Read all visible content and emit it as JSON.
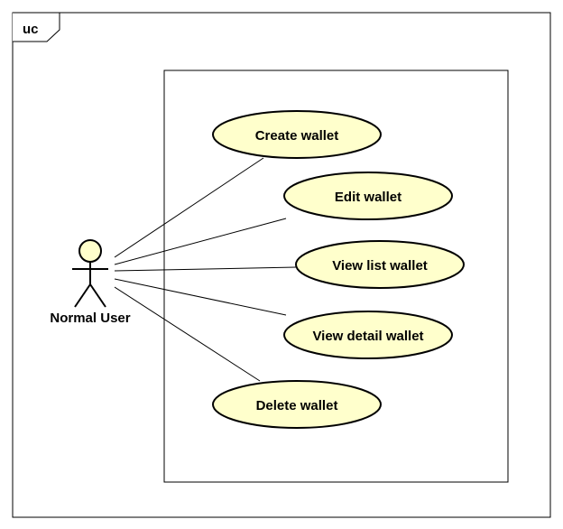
{
  "frame": {
    "tag": "uc"
  },
  "actor": {
    "label": "Normal User",
    "fill_color": "#FFFFCC"
  },
  "use_cases": [
    {
      "id": "create",
      "label": "Create wallet"
    },
    {
      "id": "edit",
      "label": "Edit wallet"
    },
    {
      "id": "view-list",
      "label": "View list wallet"
    },
    {
      "id": "view-detail",
      "label": "View detail wallet"
    },
    {
      "id": "delete",
      "label": "Delete wallet"
    }
  ],
  "colors": {
    "use_case_fill": "#FFFFCC",
    "stroke": "#000000"
  }
}
